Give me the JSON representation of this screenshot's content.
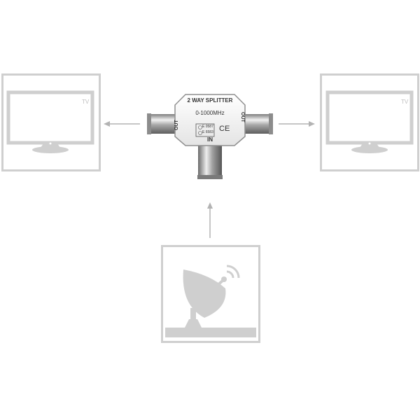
{
  "splitter": {
    "title": "2 WAY SPLITTER",
    "frequency": "0-1000MHz",
    "out_left": "OUT",
    "out_right": "OUT",
    "in_label": "IN",
    "code_top": "E 0587",
    "code_bottom": "E 6583",
    "ce_mark": "CE"
  },
  "tv_left": {
    "label": "TV"
  },
  "tv_right": {
    "label": "TV"
  },
  "colors": {
    "icon_gray": "#cfcfcf",
    "arrow_gray": "#b3b3b3",
    "metal": "#9a9a9a"
  }
}
